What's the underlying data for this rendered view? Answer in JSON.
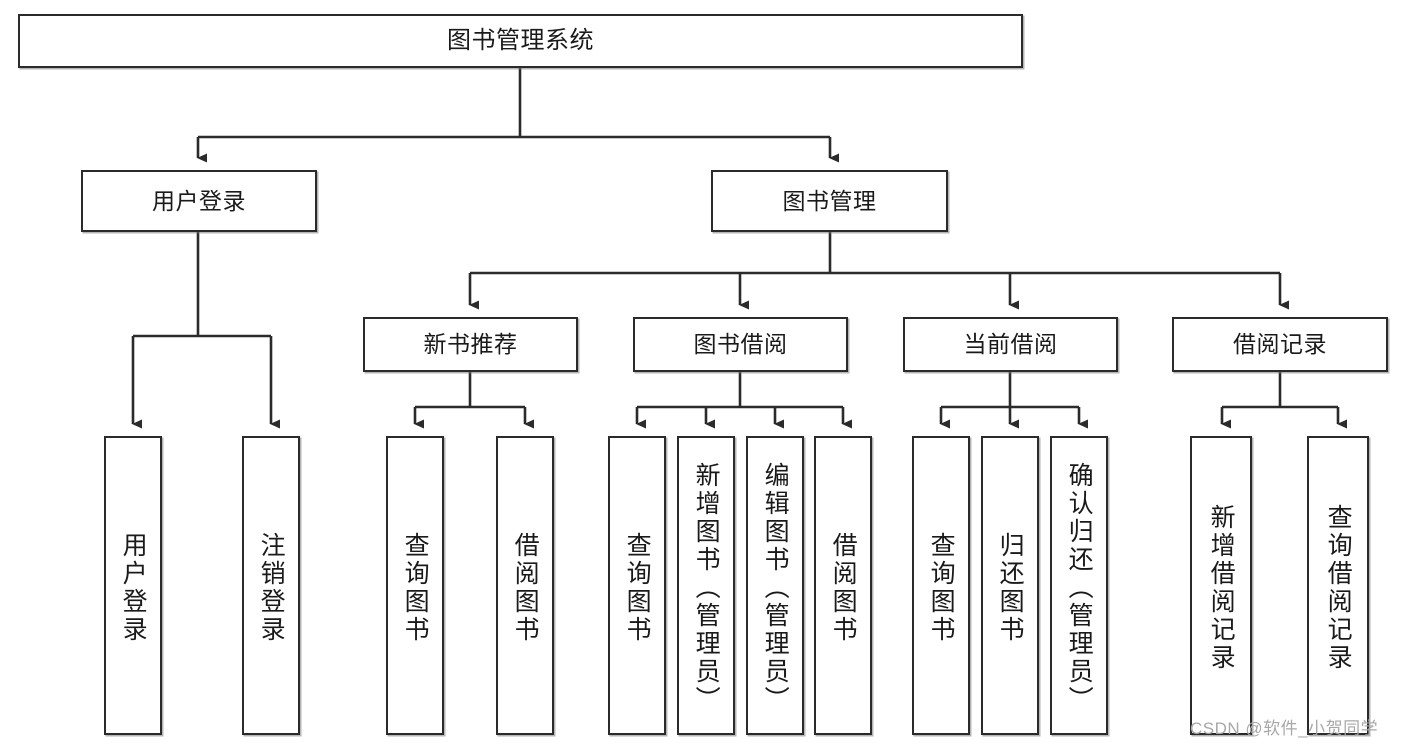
{
  "diagram": {
    "title": "图书管理系统",
    "type": "tree-hierarchy-diagram",
    "colors": {
      "box_border": "#2b2b2b",
      "box_fill": "#ffffff",
      "connector": "#2b2b2b",
      "text": "#1a1a1a",
      "watermark": "#a8a8a8"
    },
    "root": {
      "id": "root",
      "label": "图书管理系统"
    },
    "level2": [
      {
        "id": "user-login",
        "label": "用户登录"
      },
      {
        "id": "book-management",
        "label": "图书管理"
      }
    ],
    "level3": [
      {
        "id": "new-book-recommend",
        "label": "新书推荐"
      },
      {
        "id": "book-borrow",
        "label": "图书借阅"
      },
      {
        "id": "current-borrow",
        "label": "当前借阅"
      },
      {
        "id": "borrow-record",
        "label": "借阅记录"
      }
    ],
    "leaves": {
      "user_login": [
        {
          "id": "leaf-user-login",
          "label": "用户登录"
        },
        {
          "id": "leaf-logout-login",
          "label": "注销登录"
        }
      ],
      "new_book_recommend": [
        {
          "id": "leaf-query-book-1",
          "label": "查询图书"
        },
        {
          "id": "leaf-borrow-book-1",
          "label": "借阅图书"
        }
      ],
      "book_borrow": [
        {
          "id": "leaf-query-book-2",
          "label": "查询图书"
        },
        {
          "id": "leaf-add-book",
          "label": "新增图书（管理员）"
        },
        {
          "id": "leaf-edit-book",
          "label": "编辑图书（管理员）"
        },
        {
          "id": "leaf-borrow-book-2",
          "label": "借阅图书"
        }
      ],
      "current_borrow": [
        {
          "id": "leaf-query-book-3",
          "label": "查询图书"
        },
        {
          "id": "leaf-return-book",
          "label": "归还图书"
        },
        {
          "id": "leaf-confirm-return",
          "label": "确认归还（管理员）"
        }
      ],
      "borrow_record": [
        {
          "id": "leaf-add-record",
          "label": "新增借阅记录"
        },
        {
          "id": "leaf-query-record",
          "label": "查询借阅记录"
        }
      ]
    }
  },
  "watermark": {
    "text": "CSDN @软件_小贺同学"
  }
}
